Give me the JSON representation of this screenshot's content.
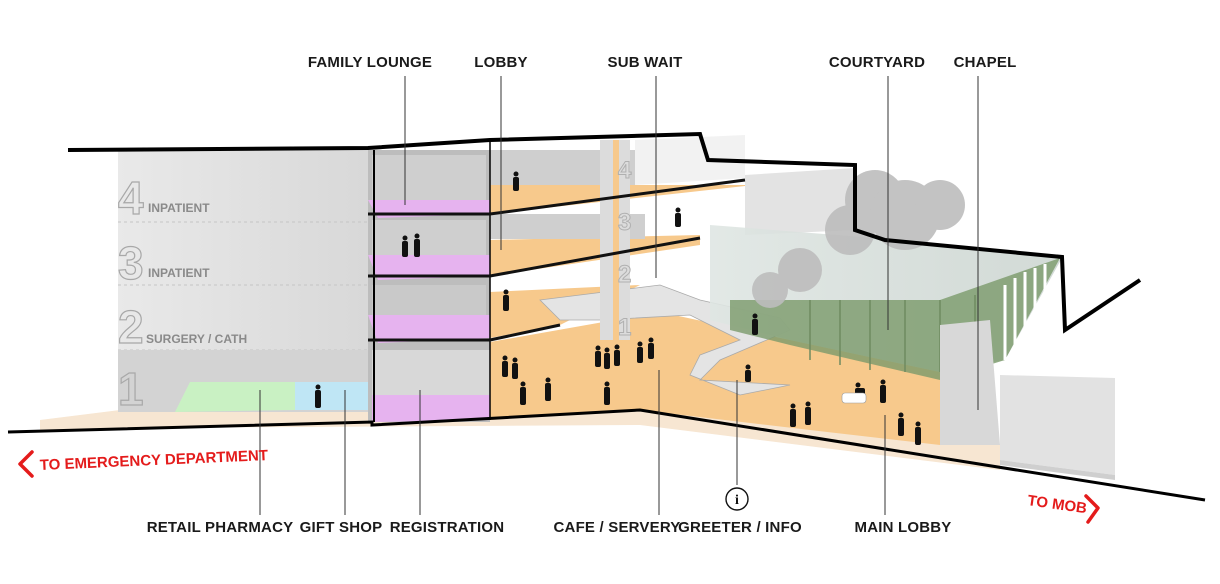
{
  "labels_top": {
    "family_lounge": "FAMILY LOUNGE",
    "lobby": "LOBBY",
    "sub_wait": "SUB WAIT",
    "courtyard": "COURTYARD",
    "chapel": "CHAPEL"
  },
  "labels_bottom": {
    "retail_pharmacy": "RETAIL PHARMACY",
    "gift_shop": "GIFT SHOP",
    "registration": "REGISTRATION",
    "cafe_servery": "CAFE / SERVERY",
    "greeter_info": "GREETER / INFO",
    "main_lobby": "MAIN LOBBY"
  },
  "floors": {
    "f4": {
      "num": "4",
      "name": "INPATIENT"
    },
    "f3": {
      "num": "3",
      "name": "INPATIENT"
    },
    "f2": {
      "num": "2",
      "name": "SURGERY / CATH"
    },
    "f1": {
      "num": "1"
    }
  },
  "core_floor_numbers": [
    "4",
    "3",
    "2",
    "1"
  ],
  "info_symbol": "i",
  "directions": {
    "to_ed": "TO EMERGENCY DEPARTMENT",
    "to_mob": "TO MOB"
  },
  "colors": {
    "accent_red": "#e41b1b",
    "lounge_pink": "#e6b3ef",
    "lobby_orange": "#f7c98c",
    "pharmacy_green": "#c9f1c3",
    "giftshop_blue": "#bfe6f5",
    "courtyard_green": "#7b9a6a"
  }
}
